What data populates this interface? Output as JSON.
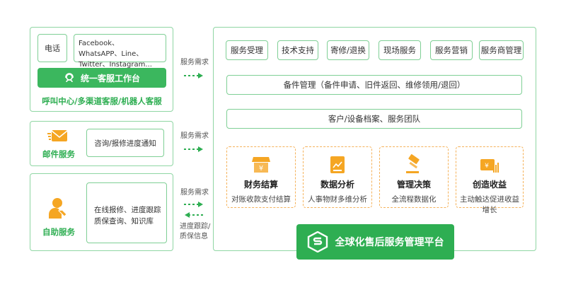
{
  "left": {
    "call_center": {
      "phone_label": "电话",
      "channels_line1": "Facebook、WhatsAPP、Line、",
      "channels_line2": "Twitter、Instagram...",
      "workbench_button": "统一客服工作台",
      "caption": "呼叫中心/多渠道客服/机器人客服"
    },
    "mail": {
      "caption": "邮件服务",
      "content": "咨询/报修进度通知"
    },
    "self_service": {
      "caption": "自助服务",
      "line1": "在线报修、进度跟踪",
      "line2": "质保查询、知识库"
    }
  },
  "flows": {
    "flow1_label": "服务需求",
    "flow2_label": "服务需求",
    "flow3_label_top": "服务需求",
    "flow3_label_bottom_1": "进度跟踪/",
    "flow3_label_bottom_2": "质保信息"
  },
  "right": {
    "services": [
      "服务受理",
      "技术支持",
      "寄修/退换",
      "现场服务",
      "服务营销",
      "服务商管理"
    ],
    "spare_parts": "备件管理（备件申请、旧件返回、维修领用/退回）",
    "customer_archive": "客户/设备档案、服务团队",
    "modules": [
      {
        "title": "财务结算",
        "desc": "对账收款支付结算",
        "icon": "shop-icon"
      },
      {
        "title": "数据分析",
        "desc": "人事物财多维分析",
        "icon": "analytics-icon"
      },
      {
        "title": "管理决策",
        "desc": "全流程数据化",
        "icon": "gavel-icon"
      },
      {
        "title": "创造收益",
        "desc": "主动触达促进收益增长",
        "icon": "wallet-icon"
      }
    ],
    "platform_title": "全球化售后服务管理平台"
  },
  "colors": {
    "primary_green": "#2eae52",
    "light_green_border": "#8fd6a3",
    "orange": "#f5a623"
  }
}
